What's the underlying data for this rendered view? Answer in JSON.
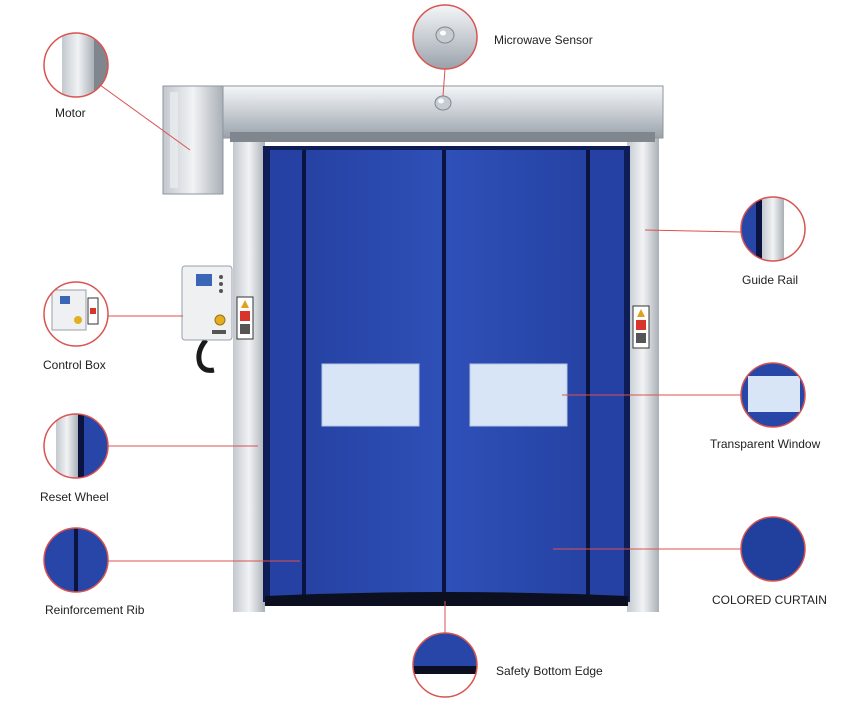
{
  "labels": {
    "motor": "Motor",
    "microwave_sensor": "Microwave Sensor",
    "guide_rail": "Guide Rail",
    "control_box": "Control Box",
    "transparent_window": "Transparent Window",
    "reset_wheel": "Reset Wheel",
    "reinforcement_rib": "Reinforcement Rib",
    "colored_curtain": "COLORED CURTAIN",
    "safety_bottom_edge": "Safety Bottom Edge"
  },
  "colors": {
    "curtain_blue": "#2746a8",
    "curtain_dark": "#1a2f80",
    "steel_light": "#e9ecef",
    "steel_mid": "#b9bfc6",
    "steel_dark": "#8e959d",
    "window": "#d7e5f7",
    "callout_ring": "#d9534f",
    "leader_line": "#d9534f"
  },
  "icons": [
    "motor-icon",
    "sensor-icon",
    "control-box-icon",
    "warning-sign-icon"
  ]
}
